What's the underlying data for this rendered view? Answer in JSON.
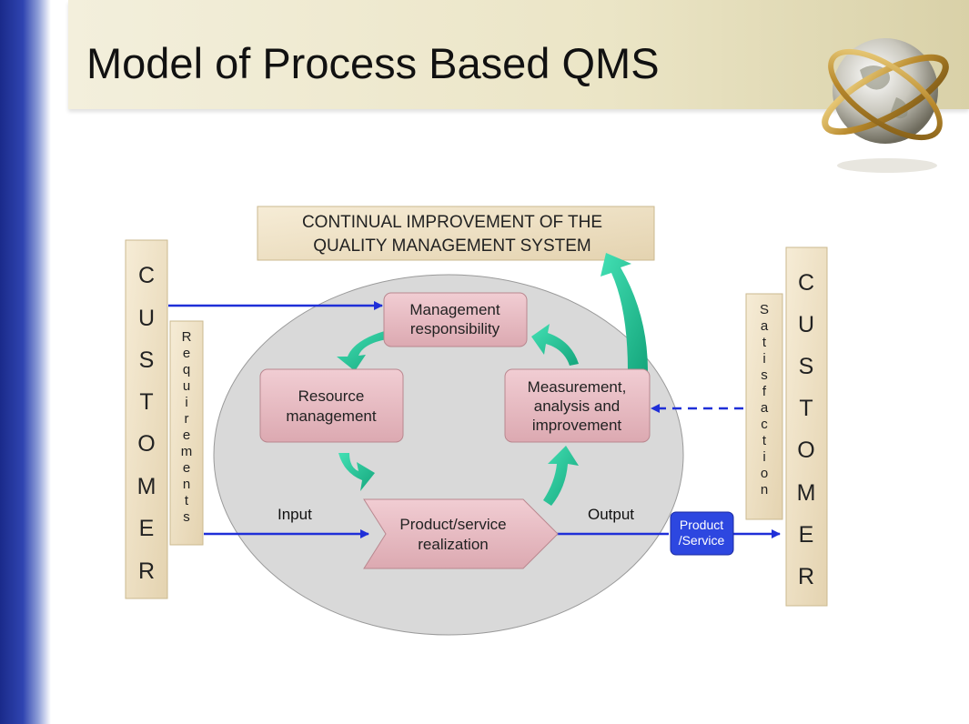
{
  "slide": {
    "title": "Model of Process Based QMS"
  },
  "diagram": {
    "banner": {
      "line1": "CONTINUAL IMPROVEMENT OF THE",
      "line2": "QUALITY MANAGEMENT SYSTEM"
    },
    "left_customer": [
      "C",
      "U",
      "S",
      "T",
      "O",
      "M",
      "E",
      "R"
    ],
    "right_customer": [
      "C",
      "U",
      "S",
      "T",
      "O",
      "M",
      "E",
      "R"
    ],
    "requirements": [
      "R",
      "e",
      "q",
      "u",
      "i",
      "r",
      "e",
      "m",
      "e",
      "n",
      "t",
      "s"
    ],
    "satisfaction": [
      "S",
      "a",
      "t",
      "i",
      "s",
      "f",
      "a",
      "c",
      "t",
      "i",
      "o",
      "n"
    ],
    "boxes": {
      "management": [
        "Management",
        "responsibility"
      ],
      "resource": [
        "Resource",
        "management"
      ],
      "measurement": [
        "Measurement,",
        "analysis and",
        "improvement"
      ],
      "product": [
        "Product/service",
        "realization"
      ]
    },
    "labels": {
      "input": "Input",
      "output": "Output"
    },
    "product_service_badge": [
      "Product",
      "/Service"
    ]
  },
  "colors": {
    "sidebar_blue": "#1a2a8a",
    "arrow_blue": "#1f2fd8",
    "teal_arrow": "#20c79a",
    "pink_box": "#e9bfc6",
    "parchment": "#efe3c8",
    "ellipse": "#d9d9d9"
  }
}
